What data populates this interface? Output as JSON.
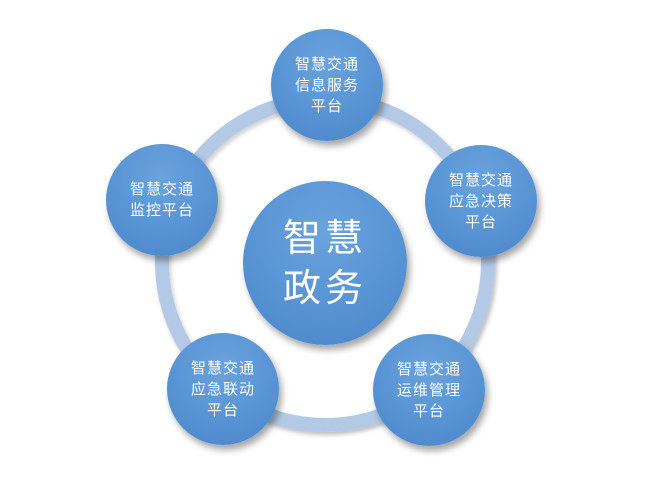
{
  "diagram": {
    "type": "hub-and-ring",
    "colors": {
      "node_fill": "#5b96d6",
      "ring": "#b3c9e6",
      "text": "#ffffff",
      "background": "#ffffff"
    },
    "center": {
      "lines": [
        "智慧",
        "政务"
      ]
    },
    "nodes": [
      {
        "position": "top",
        "lines": [
          "智慧交通",
          "信息服务",
          "平台"
        ]
      },
      {
        "position": "right",
        "lines": [
          "智慧交通",
          "应急决策",
          "平台"
        ]
      },
      {
        "position": "bottom-right",
        "lines": [
          "智慧交通",
          "运维管理",
          "平台"
        ]
      },
      {
        "position": "bottom-left",
        "lines": [
          "智慧交通",
          "应急联动",
          "平台"
        ]
      },
      {
        "position": "left",
        "lines": [
          "智慧交通",
          "监控平台"
        ]
      }
    ]
  }
}
